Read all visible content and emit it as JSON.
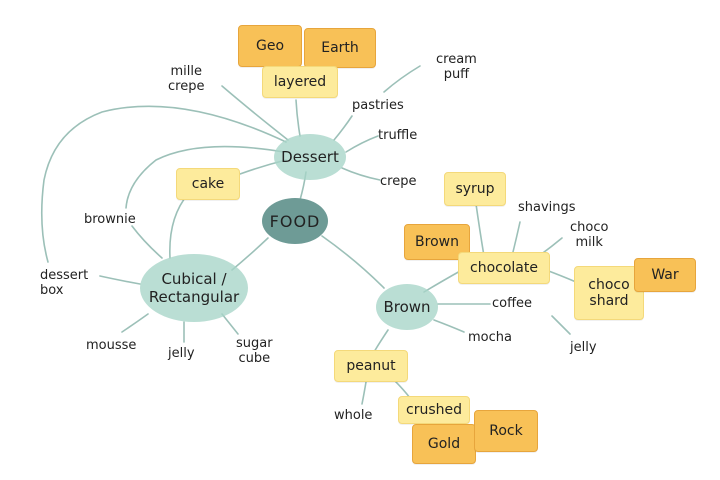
{
  "nodes": {
    "food": "FOOD",
    "dessert": "Dessert",
    "cubical": "Cubical /\nRectangular",
    "brown": "Brown"
  },
  "dessert_branch": {
    "layered": "layered",
    "geo": "Geo",
    "earth": "Earth",
    "mille_crepe": "mille\ncrepe",
    "pastries": "pastries",
    "cream_puff": "cream\npuff",
    "truffle": "truffle",
    "crepe": "crepe",
    "cake": "cake"
  },
  "cubical_branch": {
    "brownie": "brownie",
    "dessert_box": "dessert\nbox",
    "mousse": "mousse",
    "jelly": "jelly",
    "sugar_cube": "sugar\ncube"
  },
  "brown_branch": {
    "chocolate": "chocolate",
    "syrup": "syrup",
    "brown_note": "Brown",
    "shavings": "shavings",
    "choco_milk": "choco\nmilk",
    "choco_shard": "choco\nshard",
    "war": "War",
    "coffee": "coffee",
    "mocha": "mocha",
    "jelly2": "jelly",
    "peanut": "peanut",
    "whole": "whole",
    "crushed": "crushed",
    "gold": "Gold",
    "rock": "Rock"
  },
  "colors": {
    "mint": "#a7d5c8",
    "teal": "#6e9b96",
    "sticky_pale": "#fdeb9c",
    "sticky_orange": "#f8c157",
    "line": "#9cc0b8"
  }
}
